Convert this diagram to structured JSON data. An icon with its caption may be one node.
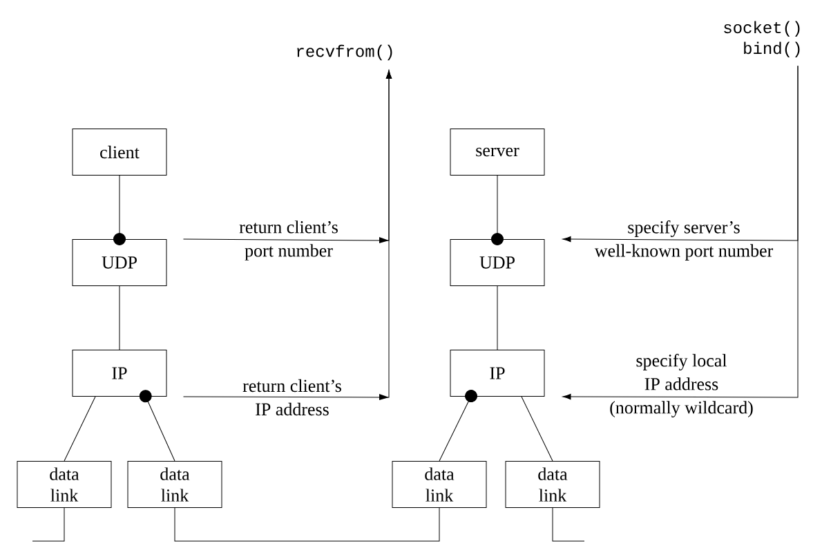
{
  "diagram": {
    "nodes": [
      {
        "text": [
          "client"
        ]
      },
      {
        "text": [
          "UDP"
        ]
      },
      {
        "text": [
          "IP"
        ]
      },
      {
        "text": [
          "data link"
        ]
      },
      {
        "text": [
          "data link"
        ]
      },
      {
        "text": [
          "server"
        ]
      },
      {
        "text": [
          "UDP"
        ]
      },
      {
        "text": [
          "IP"
        ]
      },
      {
        "text": [
          "data link"
        ]
      },
      {
        "text": [
          "data link"
        ]
      },
      {
        "text": [
          "recvfrom()"
        ]
      },
      {
        "text": [
          "socket()",
          "bind()"
        ]
      }
    ],
    "edges": [
      {
        "from": 0,
        "to": 1,
        "arrow": "other"
      },
      {
        "from": 1,
        "to": 2,
        "arrow": "none"
      },
      {
        "from": 2,
        "to": 3,
        "arrow": "none"
      },
      {
        "from": 4,
        "to": 2,
        "arrow": "other"
      },
      {
        "from": 5,
        "to": 6,
        "arrow": "other"
      },
      {
        "from": 6,
        "to": 7,
        "arrow": "none"
      },
      {
        "from": 8,
        "to": 7,
        "arrow": "other"
      },
      {
        "from": 7,
        "to": 9,
        "arrow": "none"
      },
      {
        "from": 3,
        "to": null,
        "arrow": "none"
      },
      {
        "from": 4,
        "to": 8,
        "arrow": "none"
      },
      {
        "from": 9,
        "to": null,
        "arrow": "none"
      },
      {
        "from": 1,
        "to": 10,
        "arrow": "to",
        "label": "return client’s port number"
      },
      {
        "from": 2,
        "to": 10,
        "arrow": "to",
        "label": "return client’s IP address"
      },
      {
        "from": 11,
        "to": 6,
        "arrow": "to",
        "label": "specify server’s well-known port number"
      },
      {
        "from": 11,
        "to": 7,
        "arrow": "to",
        "label": "specify local IP address (normally wildcard)"
      }
    ]
  }
}
